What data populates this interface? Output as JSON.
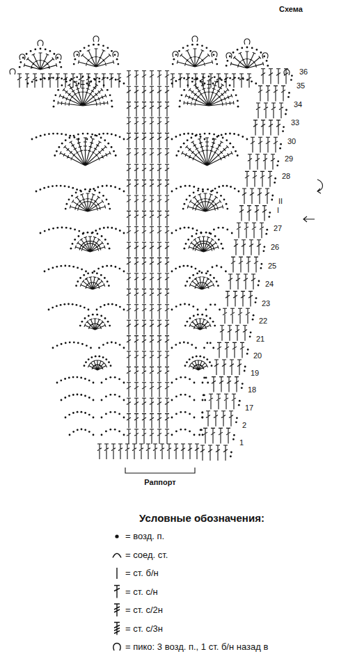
{
  "diagram": {
    "title": "Схема",
    "labels": [
      "36",
      "35",
      "34",
      "33",
      "30",
      "29",
      "28",
      "II",
      "I",
      "27",
      "26",
      "25",
      "24",
      "23",
      "22",
      "21",
      "20",
      "19",
      "18",
      "17",
      "2",
      "1",
      "Раппорт",
      "Условные обозначения:"
    ],
    "legend": [
      {
        "text": "= возд. п."
      },
      {
        "text": "= соед. ст."
      },
      {
        "text": "= ст. б/н"
      },
      {
        "text": "= ст. с/н"
      },
      {
        "text": "= ст. с/2н"
      },
      {
        "text": "= ст. с/3н"
      },
      {
        "text": "= пико: 3 возд. п., 1 ст. б/н назад в"
      }
    ]
  }
}
